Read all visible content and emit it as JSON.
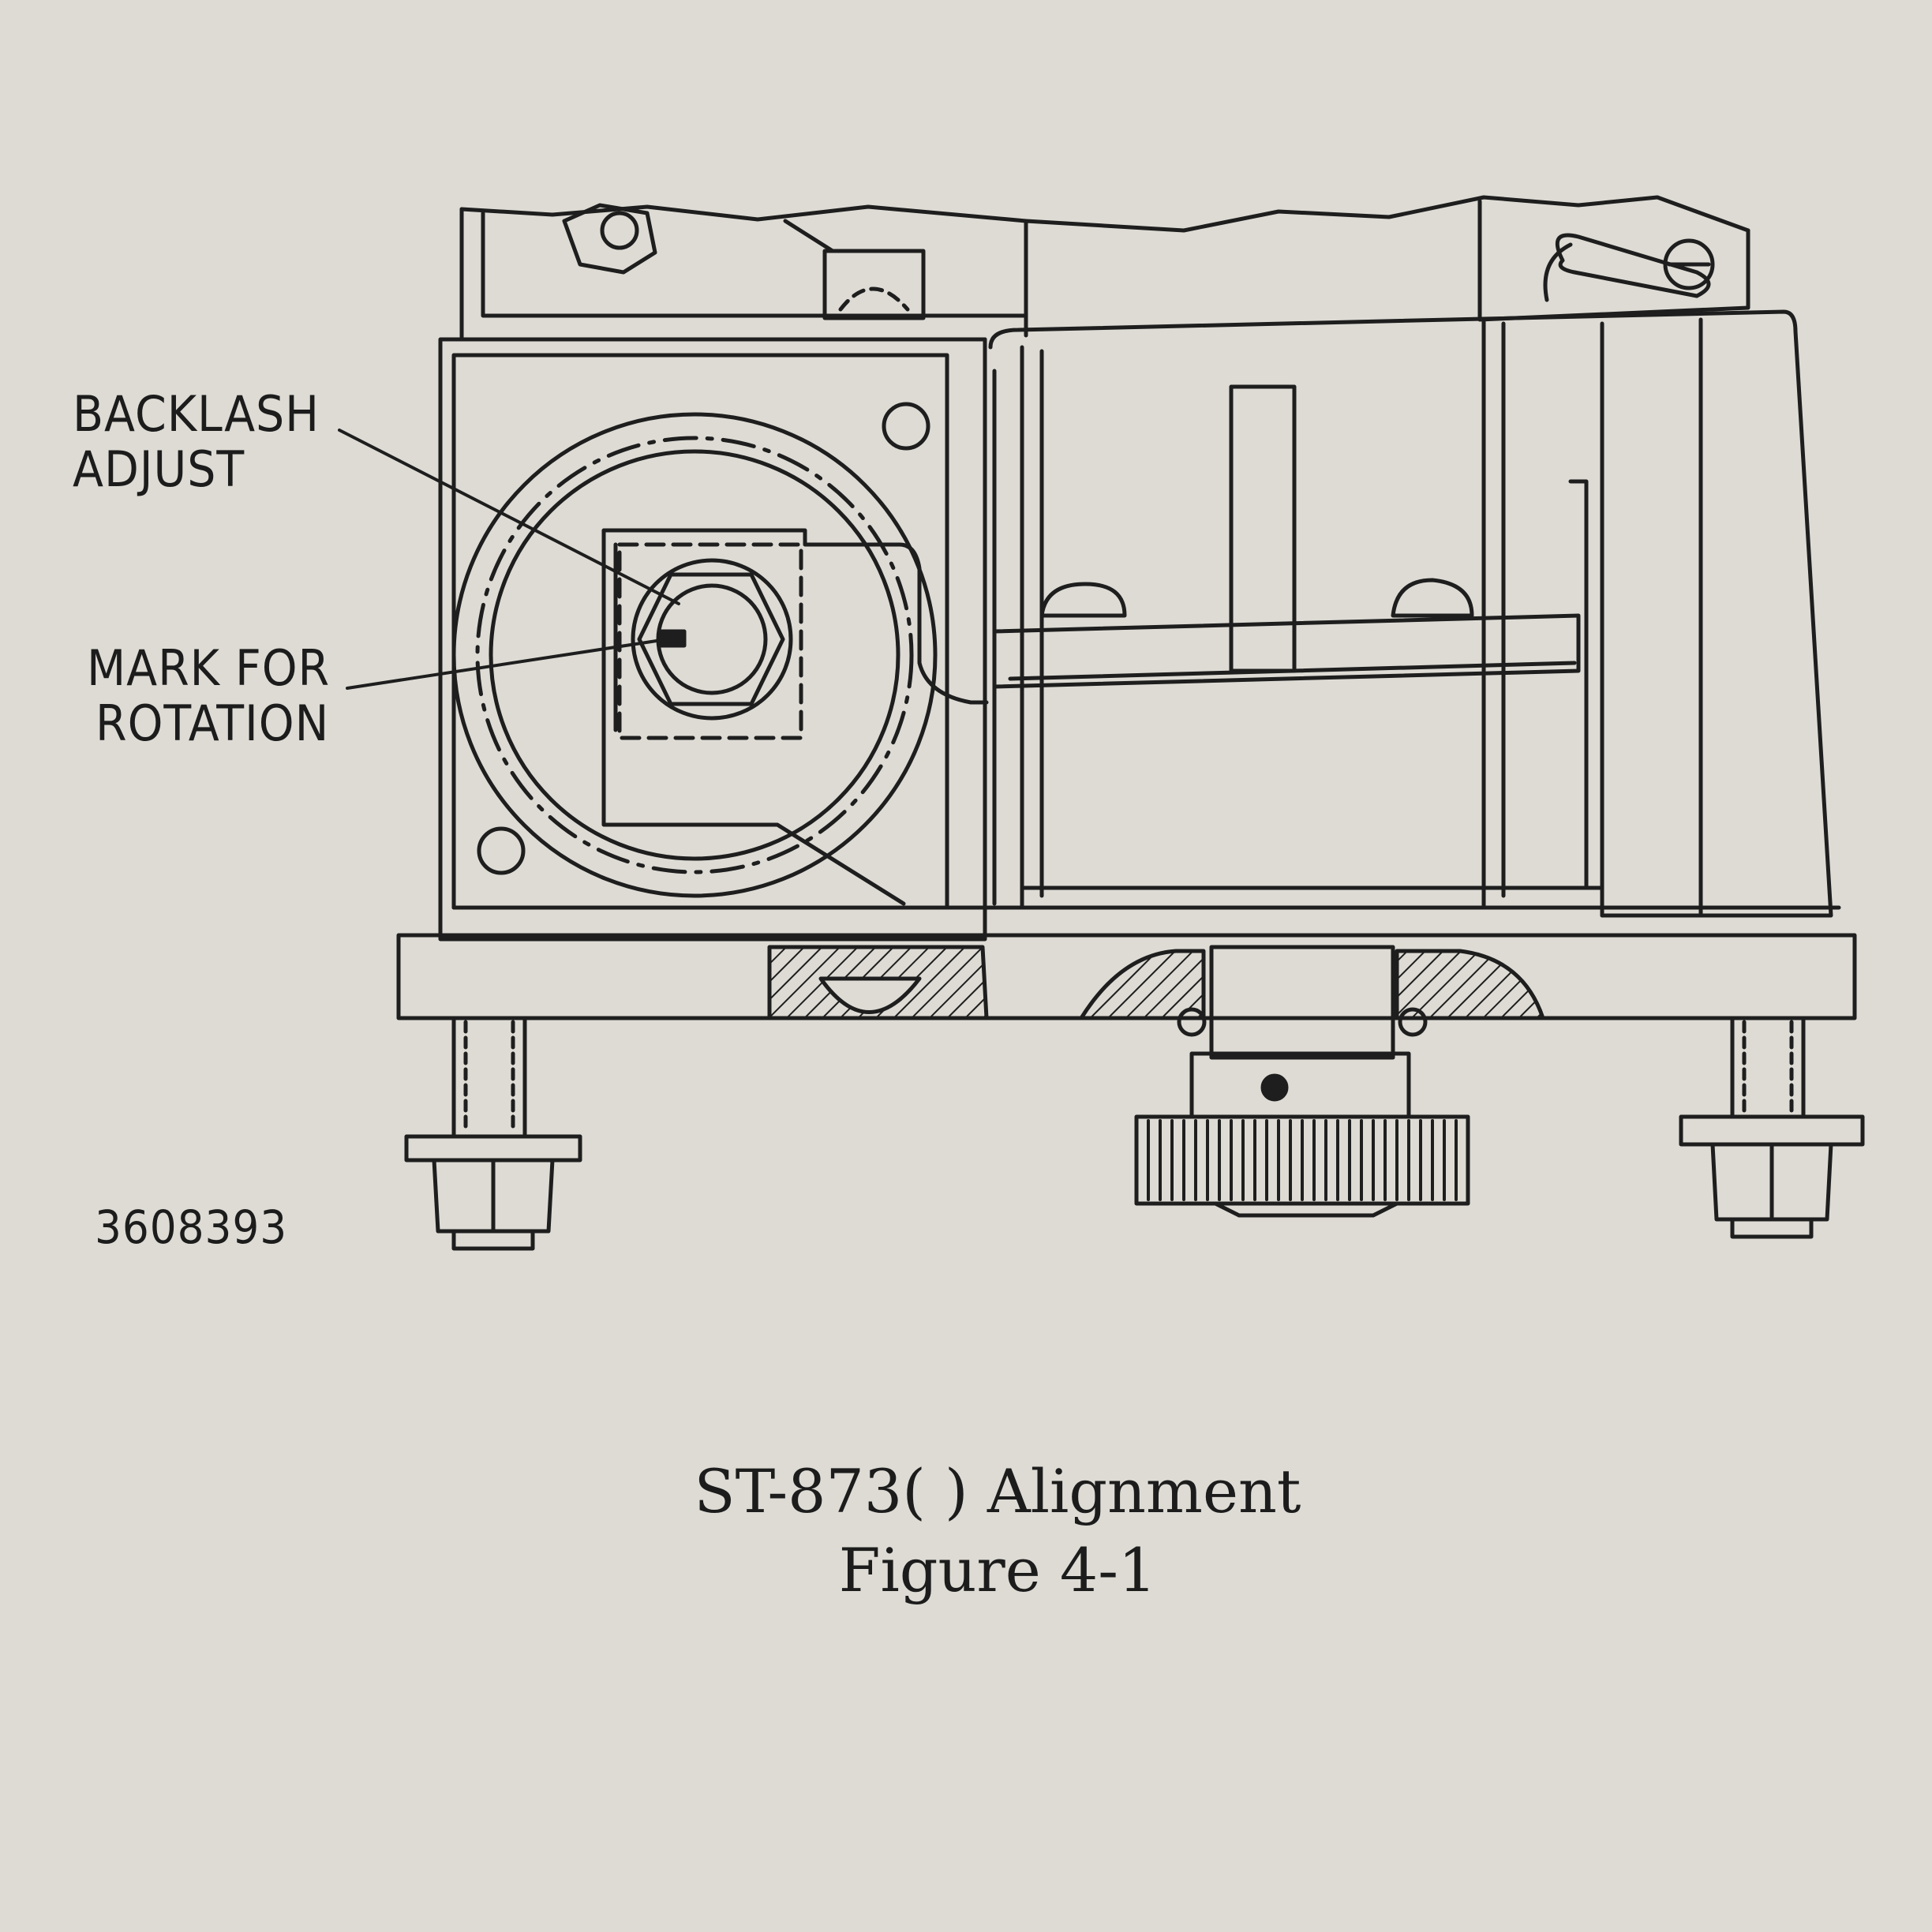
{
  "callouts": {
    "backlash_line1": "BACKLASH",
    "backlash_line2": "ADJUST",
    "mark_line1": "MARK FOR",
    "mark_line2": "ROTATION"
  },
  "drawing_number": "3608393",
  "caption": {
    "title": "ST-873(   ) Alignment",
    "figure": "Figure 4-1"
  }
}
